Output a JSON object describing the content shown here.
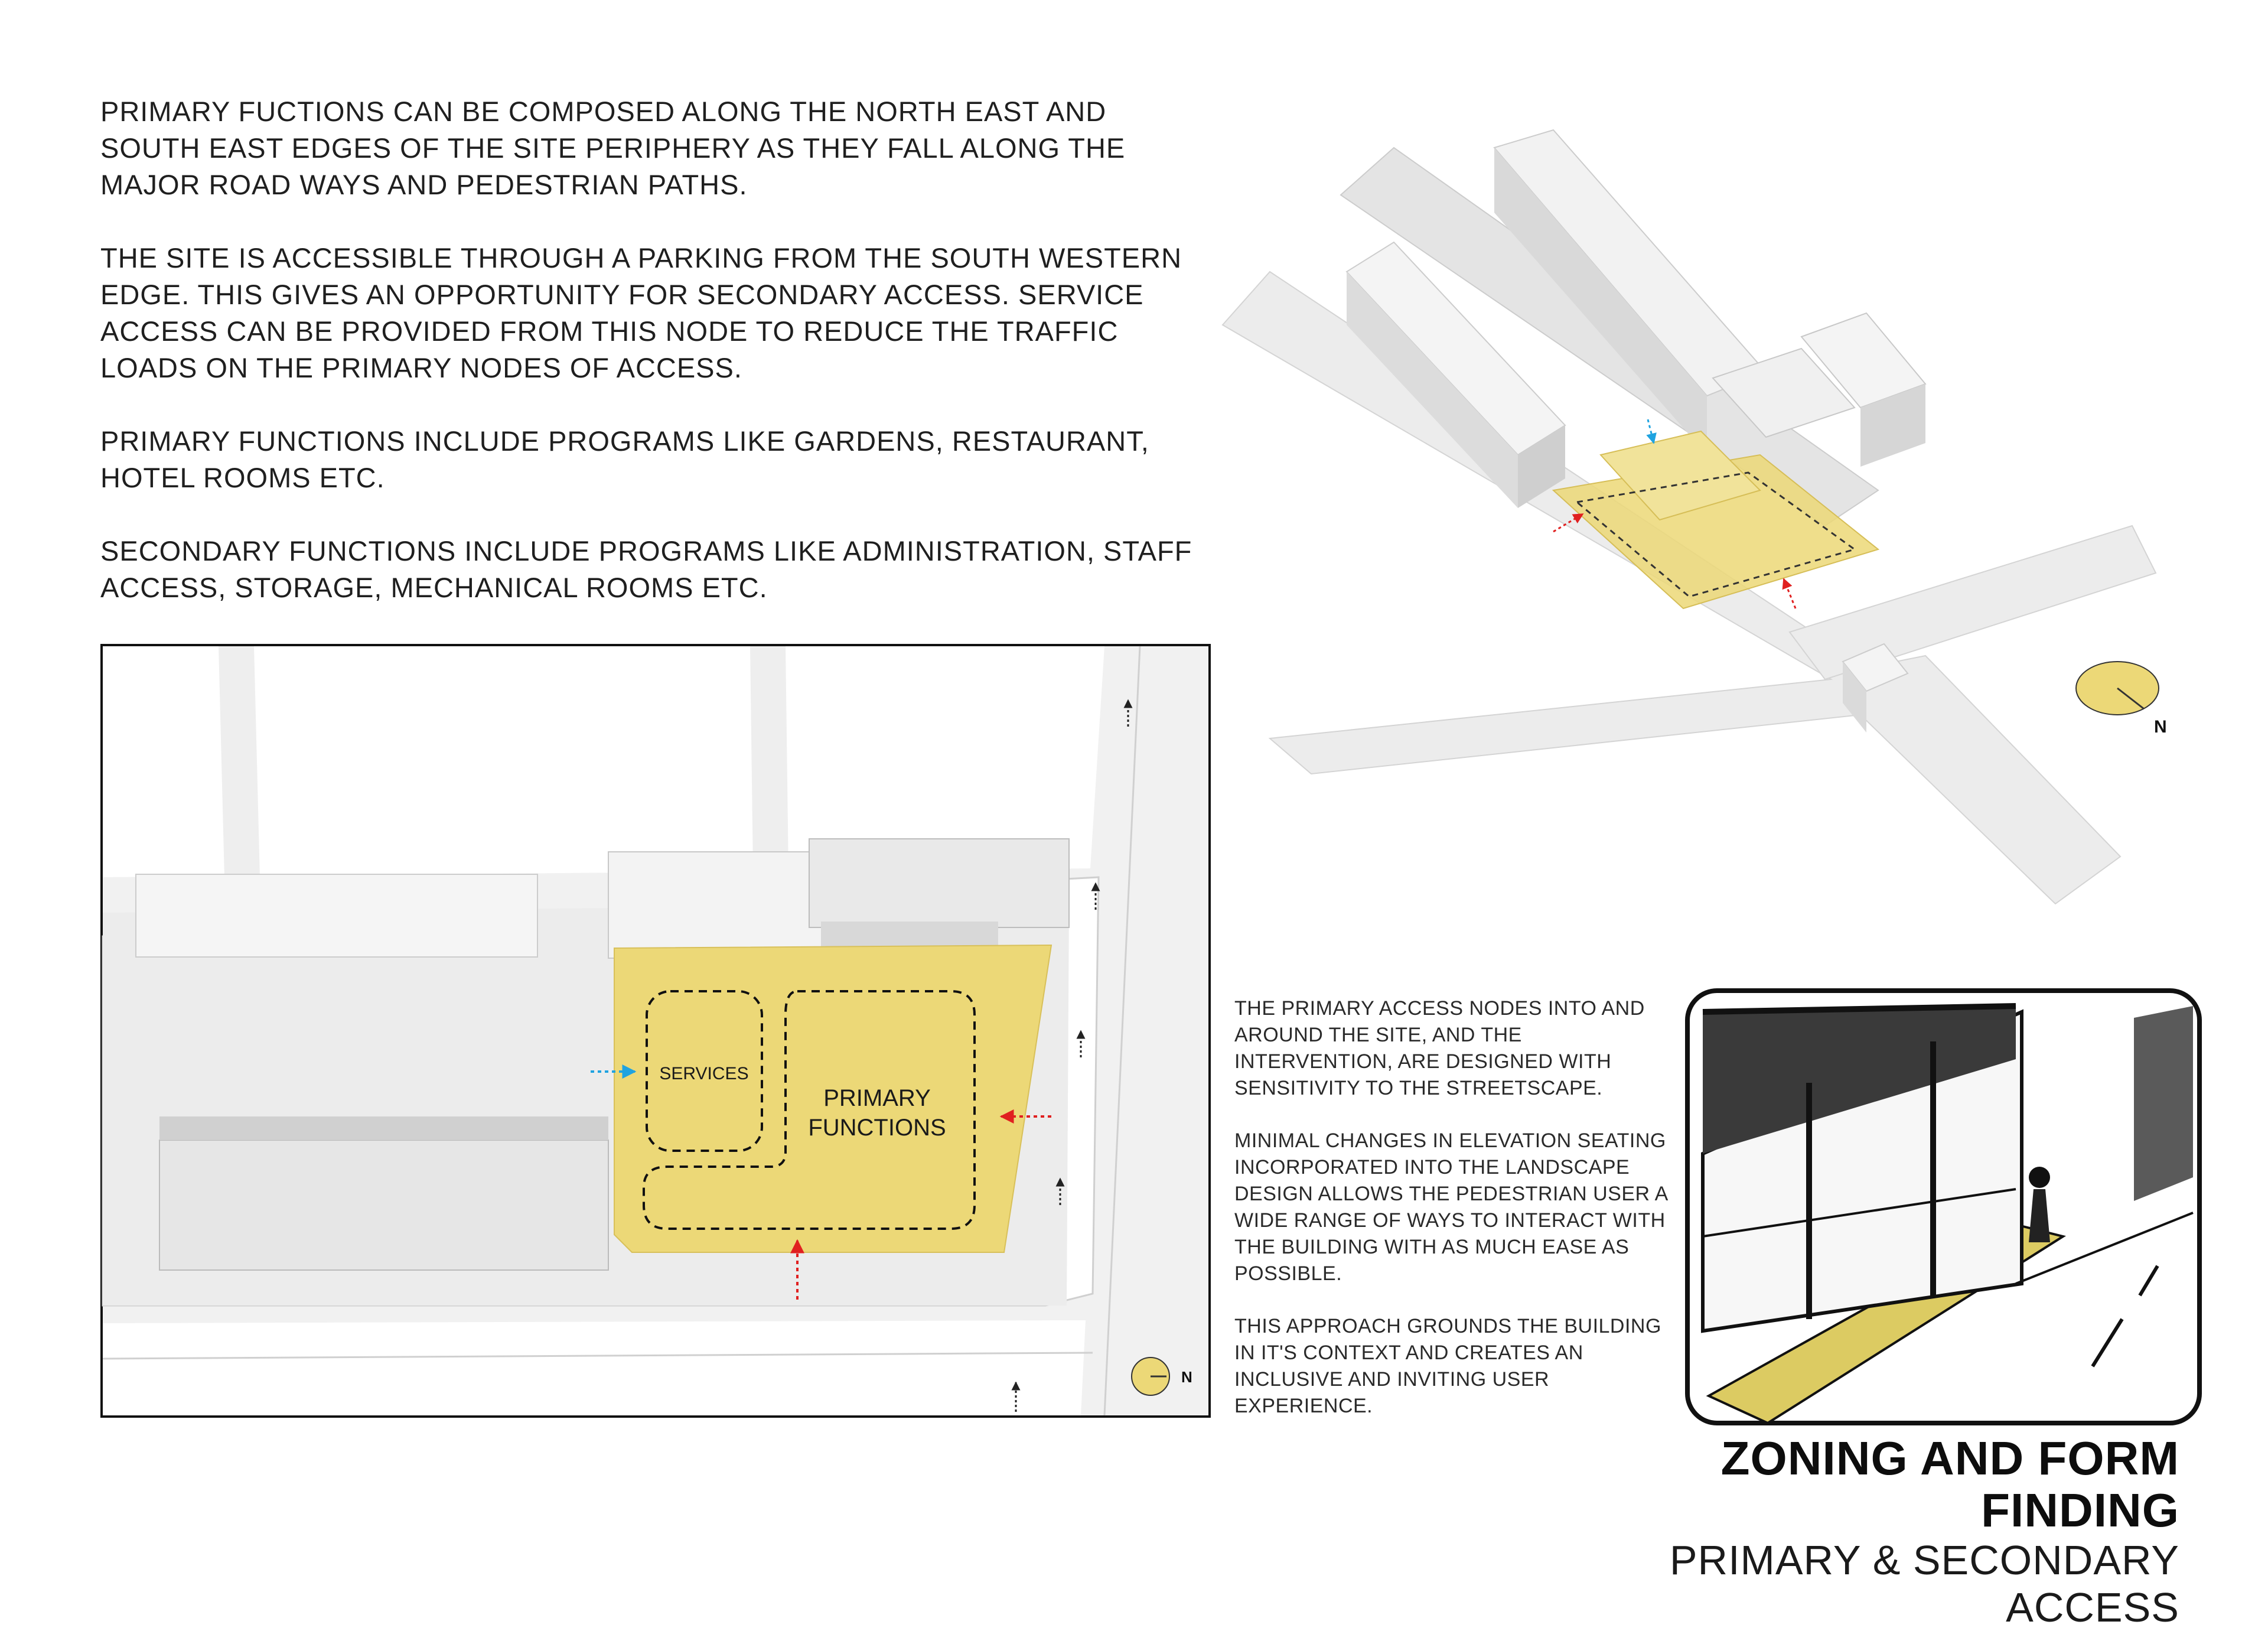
{
  "intro": {
    "p1": "PRIMARY FUCTIONS CAN BE COMPOSED ALONG THE NORTH EAST AND SOUTH EAST EDGES OF THE SITE PERIPHERY AS THEY FALL ALONG THE MAJOR ROAD WAYS AND PEDESTRIAN PATHS.",
    "p2": "THE SITE IS ACCESSIBLE THROUGH A PARKING FROM THE SOUTH WESTERN EDGE. THIS GIVES AN OPPORTUNITY FOR SECONDARY ACCESS. SERVICE ACCESS CAN BE PROVIDED FROM THIS NODE TO REDUCE THE TRAFFIC LOADS ON THE PRIMARY NODES OF ACCESS.",
    "p3": "PRIMARY FUNCTIONS INCLUDE PROGRAMS LIKE GARDENS, RESTAURANT, HOTEL ROOMS ETC.",
    "p4": "SECONDARY FUNCTIONS INCLUDE PROGRAMS LIKE ADMINISTRATION, STAFF ACCESS, STORAGE, MECHANICAL ROOMS ETC."
  },
  "plan": {
    "services_label": "SERVICES",
    "primary_label_line1": "PRIMARY",
    "primary_label_line2": "FUNCTIONS",
    "north_label": "N"
  },
  "axo": {
    "north_label": "N"
  },
  "access_text": {
    "p1": "THE PRIMARY ACCESS NODES INTO AND AROUND THE SITE, AND THE INTERVENTION, ARE DESIGNED WITH SENSITIVITY TO THE STREETSCAPE.",
    "p2": "MINIMAL CHANGES IN ELEVATION SEATING INCORPORATED INTO THE LANDSCAPE DESIGN ALLOWS THE PEDESTRIAN USER A WIDE RANGE OF WAYS TO INTERACT WITH THE BUILDING WITH AS MUCH EASE AS POSSIBLE.",
    "p3": "THIS APPROACH GROUNDS THE BUILDING IN IT'S CONTEXT AND CREATES AN INCLUSIVE AND INVITING USER EXPERIENCE."
  },
  "title": {
    "main": "ZONING AND FORM FINDING",
    "sub": "PRIMARY & SECONDARY ACCESS"
  },
  "colors": {
    "zone_yellow": "#ecd877",
    "primary_access_red": "#e02020",
    "service_access_blue": "#1fa3e0",
    "road_grey": "#f2f2f2",
    "block_grey": "#dcdcdc"
  }
}
